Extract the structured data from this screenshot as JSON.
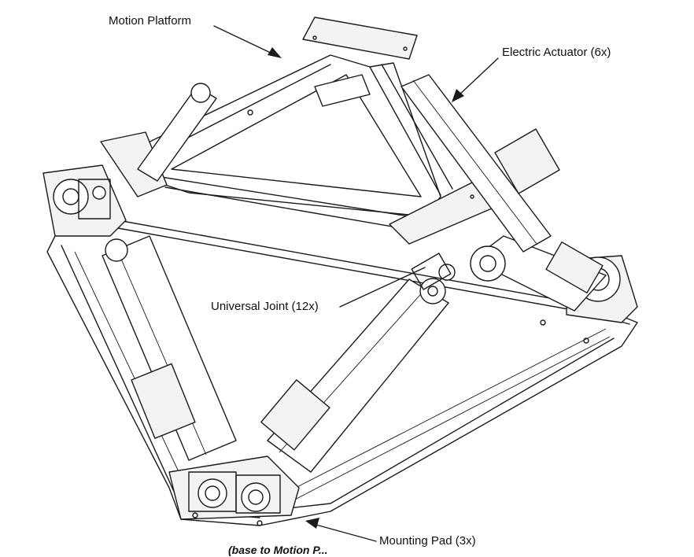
{
  "callouts": {
    "motion_platform": "Motion Platform",
    "electric_actuator": "Electric Actuator (6x)",
    "universal_joint": "Universal Joint (12x)",
    "mounting_pad": "Mounting Pad (3x)",
    "cut_off_text": "(base to Motion P..."
  },
  "colors": {
    "line": "#1a1a1a",
    "background": "#ffffff"
  }
}
